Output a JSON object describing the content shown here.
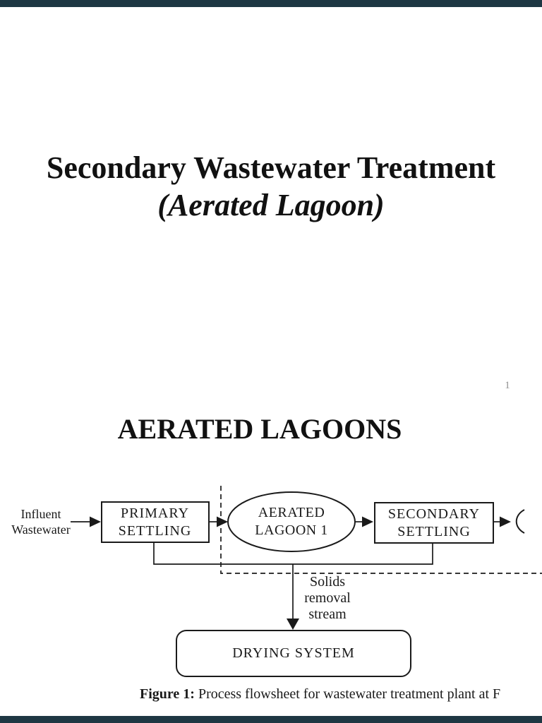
{
  "viewer": {
    "chrome_color": "#1e3743"
  },
  "slide1": {
    "title_line1": "Secondary Wastewater Treatment",
    "title_line2": "(Aerated Lagoon)",
    "page_number": "1"
  },
  "slide2": {
    "heading": "AERATED LAGOONS"
  },
  "diagram": {
    "influent": {
      "line1": "Influent",
      "line2": "Wastewater"
    },
    "nodes": {
      "primary": {
        "line1": "PRIMARY",
        "line2": "SETTLING"
      },
      "lagoon": {
        "line1": "AERATED",
        "line2": "LAGOON 1"
      },
      "secondary": {
        "line1": "SECONDARY",
        "line2": "SETTLING"
      },
      "drying": {
        "label": "DRYING SYSTEM"
      }
    },
    "solids_stream": {
      "line1": "Solids",
      "line2": "removal",
      "line3": "stream"
    },
    "ink_color": "#1a1a1a"
  },
  "caption": {
    "prefix": "Figure 1:",
    "text": " Process flowsheet for wastewater treatment plant at F"
  }
}
